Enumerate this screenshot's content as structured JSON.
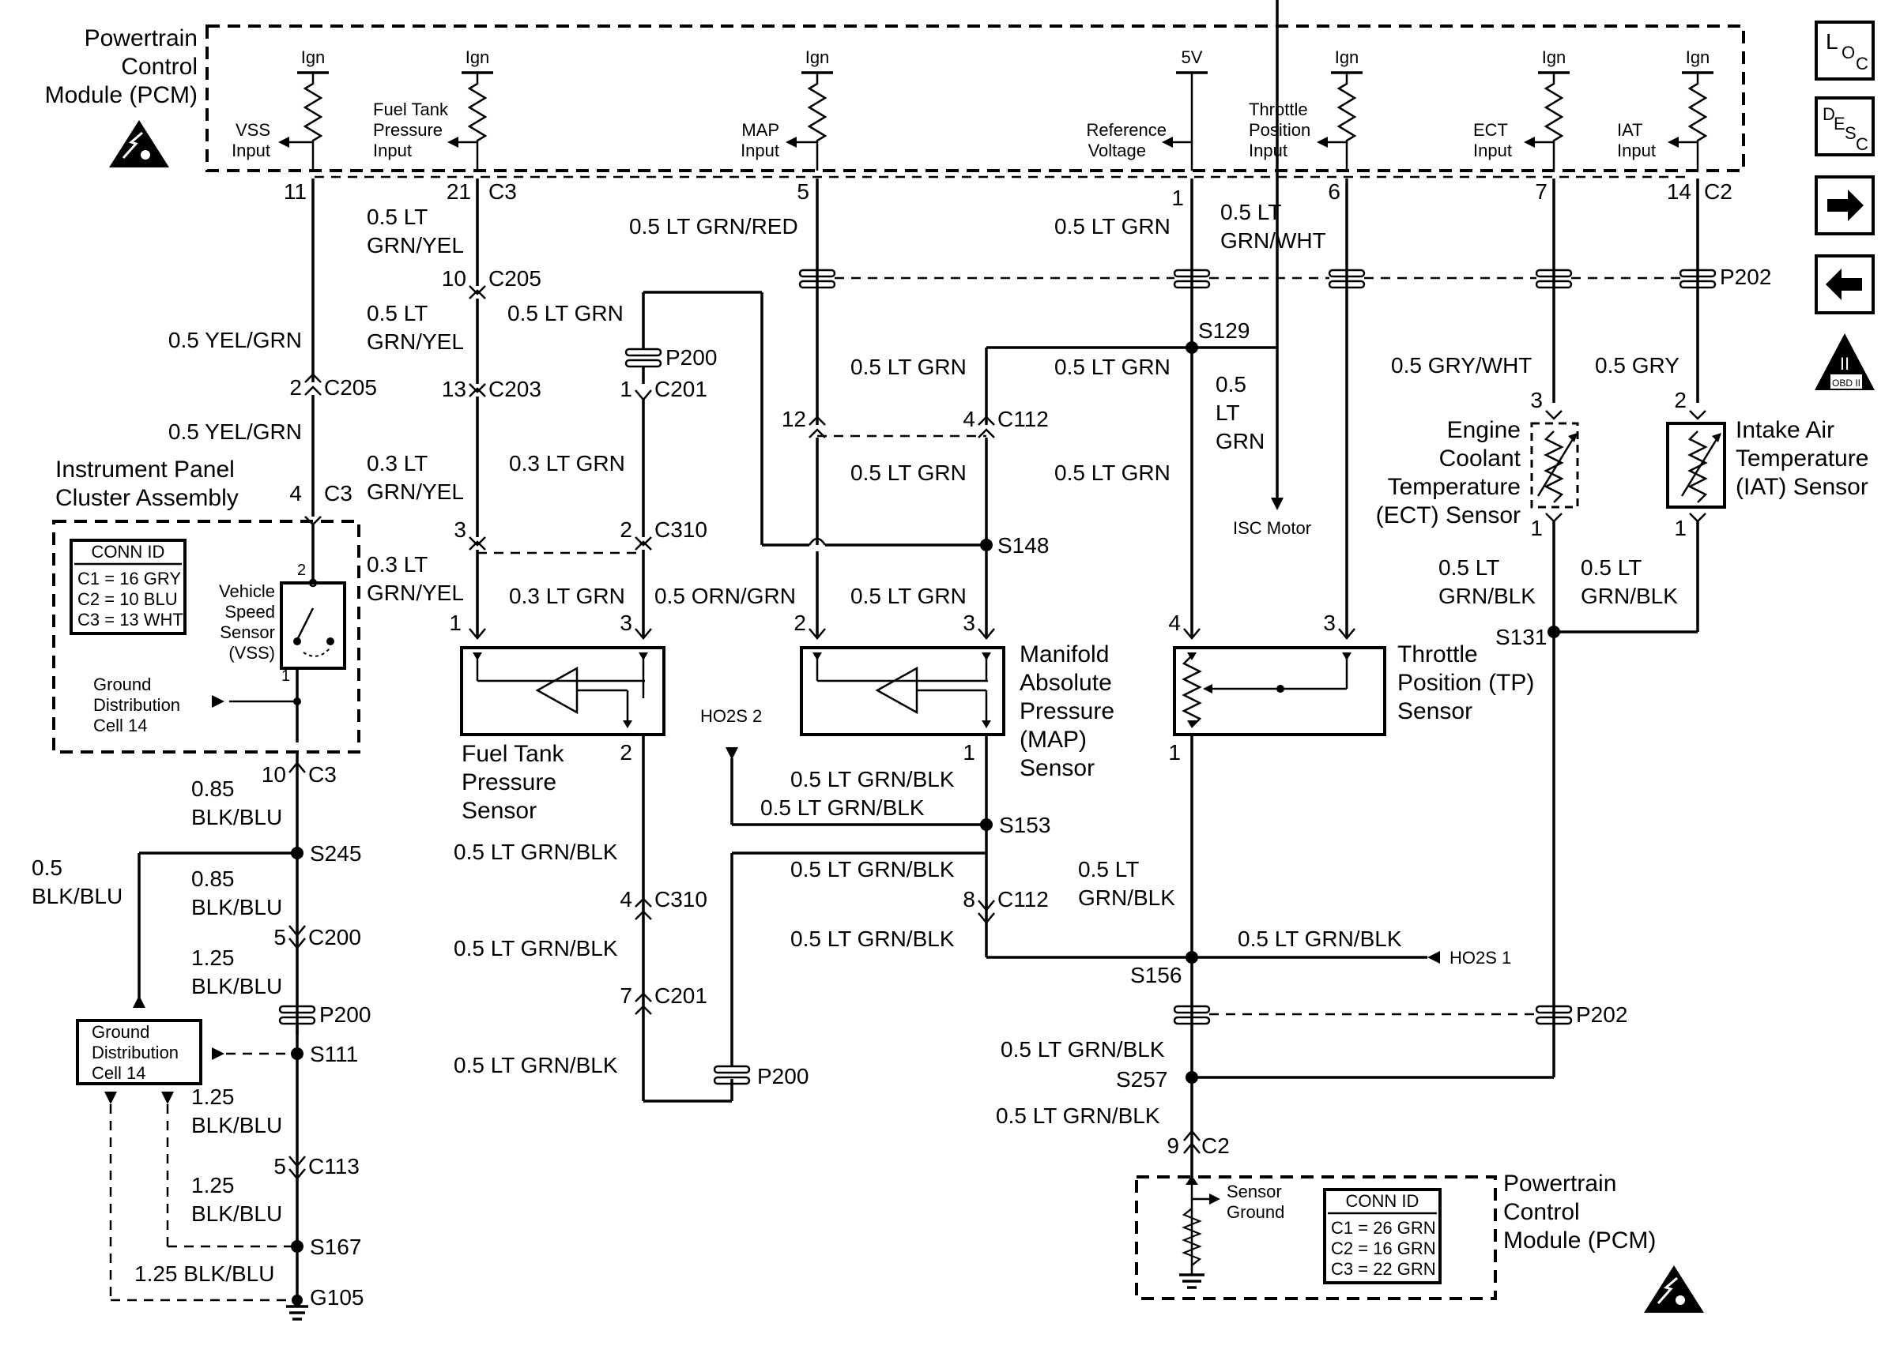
{
  "pcm_top": {
    "title": [
      "Powertrain",
      "Control",
      "Module (PCM)"
    ],
    "pins": {
      "vss": {
        "supply": "Ign",
        "label": [
          "VSS",
          "Input"
        ],
        "pin": "11"
      },
      "fuel_tank": {
        "supply": "Ign",
        "label": [
          "Fuel Tank",
          "Pressure",
          "Input"
        ],
        "pin": "21",
        "conn": "C3"
      },
      "map": {
        "supply": "Ign",
        "label": [
          "MAP",
          "Input"
        ],
        "pin": "5"
      },
      "ref": {
        "supply": "5V",
        "label": [
          "Reference",
          "Voltage"
        ],
        "pin": "1"
      },
      "tps": {
        "supply": "Ign",
        "label": [
          "Throttle",
          "Position",
          "Input"
        ],
        "pin": "6"
      },
      "ect": {
        "supply": "Ign",
        "label": [
          "ECT",
          "Input"
        ],
        "pin": "7"
      },
      "iat": {
        "supply": "Ign",
        "label": [
          "IAT",
          "Input"
        ],
        "pin": "14",
        "conn": "C2"
      }
    }
  },
  "wires": {
    "yel_grn": "0.5 YEL/GRN",
    "lt_grn_yel": [
      "0.5 LT",
      "GRN/YEL"
    ],
    "lt_grn_yel_03": [
      "0.3 LT",
      "GRN/YEL"
    ],
    "lt_grn_red": "0.5 LT GRN/RED",
    "lt_grn": "0.5 LT GRN",
    "lt_grn_03": "0.3 LT GRN",
    "lt_grn_wht": [
      "0.5 LT",
      "GRN/WHT"
    ],
    "gry_wht": "0.5 GRY/WHT",
    "gry": "0.5 GRY",
    "lt_grn_stack": [
      "0.5",
      "LT",
      "GRN"
    ],
    "orn_grn": "0.5 ORN/GRN",
    "lt_grn_blk": "0.5 LT GRN/BLK",
    "lt_grn_blk_split": [
      "0.5 LT",
      "GRN/BLK"
    ],
    "blk_blu_085": [
      "0.85",
      "BLK/BLU"
    ],
    "blk_blu_05": [
      "0.5",
      "BLK/BLU"
    ],
    "blk_blu_125": [
      "1.25",
      "BLK/BLU"
    ],
    "blk_blu_125_line": "1.25 BLK/BLU"
  },
  "connectors": {
    "c205": "C205",
    "c203": "C203",
    "c201": "C201",
    "c310": "C310",
    "c112": "C112",
    "c3": "C3",
    "c2": "C2",
    "c200": "C200",
    "c113": "C113",
    "p200": "P200",
    "p202": "P202"
  },
  "pins": {
    "p10": "10",
    "p2": "2",
    "p13": "13",
    "p1": "1",
    "p3": "3",
    "p4": "4",
    "p12": "12",
    "p5": "5",
    "p7": "7",
    "p8": "8",
    "p9": "9"
  },
  "splices": {
    "s129": "S129",
    "s148": "S148",
    "s153": "S153",
    "s156": "S156",
    "s131": "S131",
    "s257": "S257",
    "s245": "S245",
    "s111": "S111",
    "s167": "S167",
    "g105": "G105"
  },
  "cluster": {
    "title": [
      "Instrument Panel",
      "Cluster Assembly"
    ],
    "conn_id": {
      "header": "CONN ID",
      "rows": [
        "C1 = 16 GRY",
        "C2 = 10 BLU",
        "C3 = 13 WHT"
      ]
    },
    "vss_sensor": [
      "Vehicle",
      "Speed",
      "Sensor",
      "(VSS)"
    ],
    "ground": [
      "Ground",
      "Distribution",
      "Cell 14"
    ]
  },
  "sensors": {
    "fuel_tank": [
      "Fuel Tank",
      "Pressure",
      "Sensor"
    ],
    "map": [
      "Manifold",
      "Absolute",
      "Pressure",
      "(MAP)",
      "Sensor"
    ],
    "tps": [
      "Throttle",
      "Position (TP)",
      "Sensor"
    ],
    "ect": [
      "Engine",
      "Coolant",
      "Temperature",
      "(ECT) Sensor"
    ],
    "iat": [
      "Intake Air",
      "Temperature",
      "(IAT) Sensor"
    ]
  },
  "refs": {
    "ho2s2": "HO2S 2",
    "ho2s1": "HO2S 1",
    "isc": "ISC Motor"
  },
  "ground_box": [
    "Ground",
    "Distribution",
    "Cell 14"
  ],
  "pcm_bottom": {
    "title": [
      "Powertrain",
      "Control",
      "Module (PCM)"
    ],
    "sensor_ground": [
      "Sensor",
      "Ground"
    ],
    "conn_id": {
      "header": "CONN ID",
      "rows": [
        "C1 = 26 GRN",
        "C2 = 16 GRN",
        "C3 = 22 GRN"
      ]
    }
  },
  "nav": {
    "loc": [
      "L",
      "O",
      "C"
    ],
    "desc": [
      "D",
      "E",
      "S",
      "C"
    ],
    "obd": [
      "II",
      "OBD II"
    ]
  }
}
